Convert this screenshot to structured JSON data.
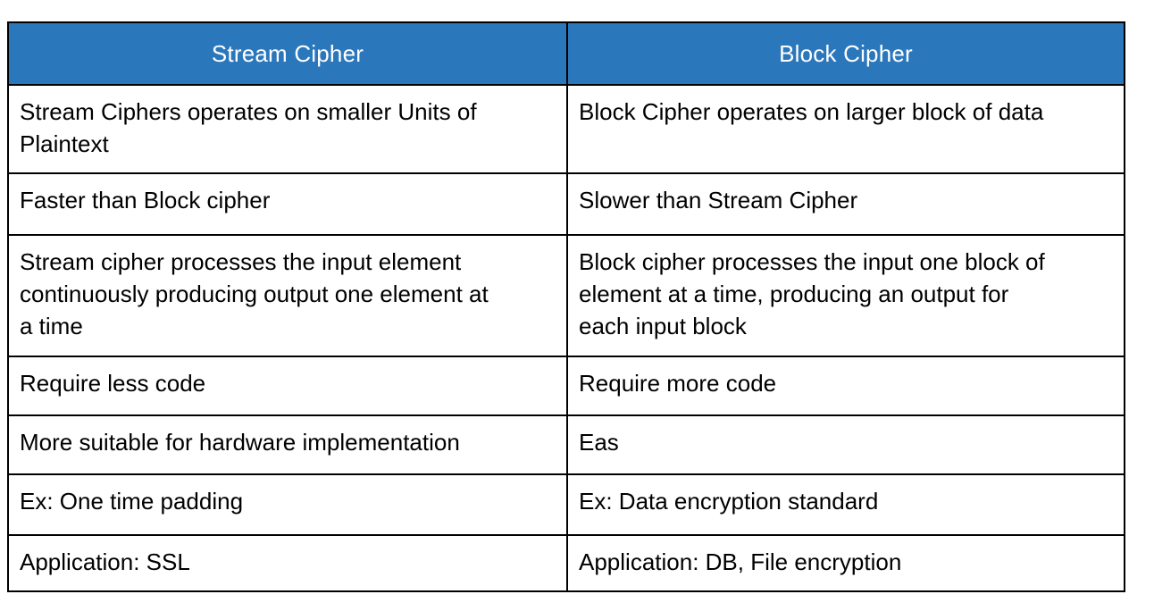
{
  "table": {
    "columns": [
      {
        "id": "stream-cipher",
        "header": "Stream Cipher"
      },
      {
        "id": "block-cipher",
        "header": "Block Cipher"
      }
    ],
    "header_background_color": "#2B77BC",
    "header_text_color": "#FFFFFF",
    "body_background_color": "#FFFFFF",
    "body_text_color": "#000000",
    "border_color": "#000000",
    "rows": [
      {
        "left": "Stream Ciphers operates on smaller Units of\nPlaintext",
        "right": "Block Cipher operates on larger block of data"
      },
      {
        "left": "Faster than Block cipher",
        "right": "Slower than Stream Cipher"
      },
      {
        "left": "Stream cipher processes the input element\ncontinuously producing output one element at\na time",
        "right": "Block cipher processes the input one block of\nelement at a time, producing an output for\neach input block"
      },
      {
        "left": "Require less code",
        "right": "Require more code"
      },
      {
        "left": "More suitable for hardware implementation",
        "right": "Eas"
      },
      {
        "left": "Ex: One time padding",
        "right": "Ex: Data encryption standard"
      },
      {
        "left": "Application: SSL",
        "right": "Application: DB, File encryption"
      }
    ]
  }
}
